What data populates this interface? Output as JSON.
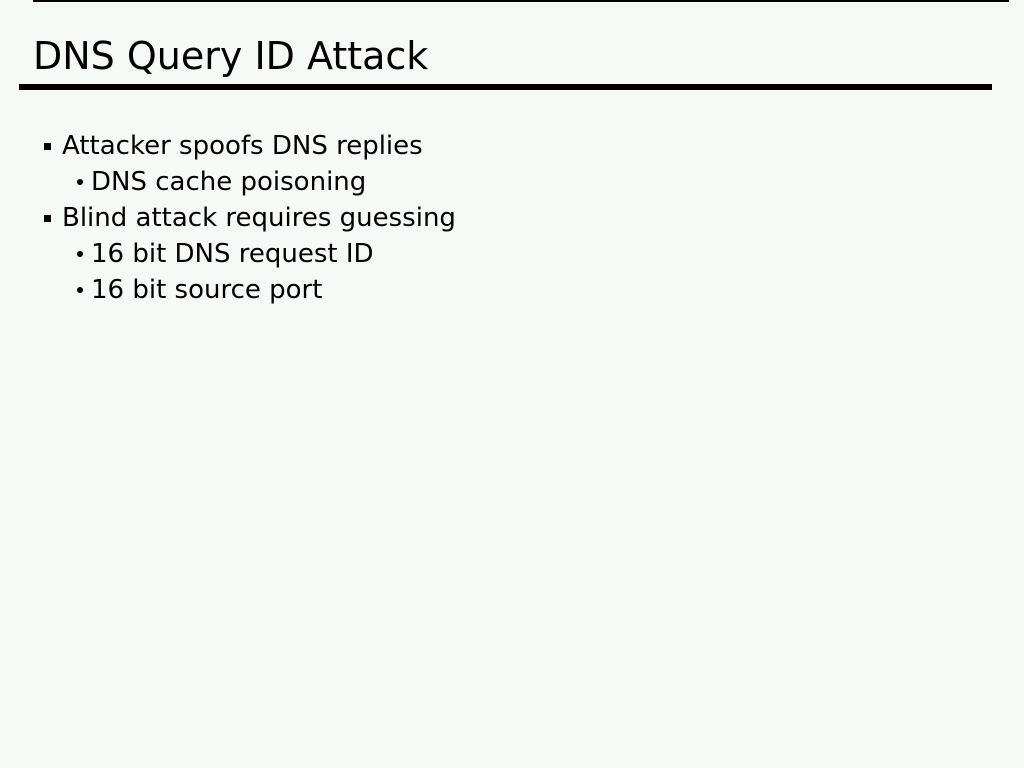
{
  "page": {
    "background_color": "#f5faf6",
    "text_color": "#000000",
    "rule_color": "#000000"
  },
  "slide": {
    "title": "DNS Query ID Attack",
    "bullets": [
      {
        "level": 1,
        "marker": "square-bullet-icon",
        "text": "Attacker spoofs DNS replies"
      },
      {
        "level": 2,
        "marker": "dot-bullet-icon",
        "text": "DNS cache poisoning"
      },
      {
        "level": 1,
        "marker": "square-bullet-icon",
        "text": "Blind attack requires guessing"
      },
      {
        "level": 2,
        "marker": "dot-bullet-icon",
        "text": "16 bit DNS request ID"
      },
      {
        "level": 2,
        "marker": "dot-bullet-icon",
        "text": "16 bit source port"
      }
    ]
  }
}
